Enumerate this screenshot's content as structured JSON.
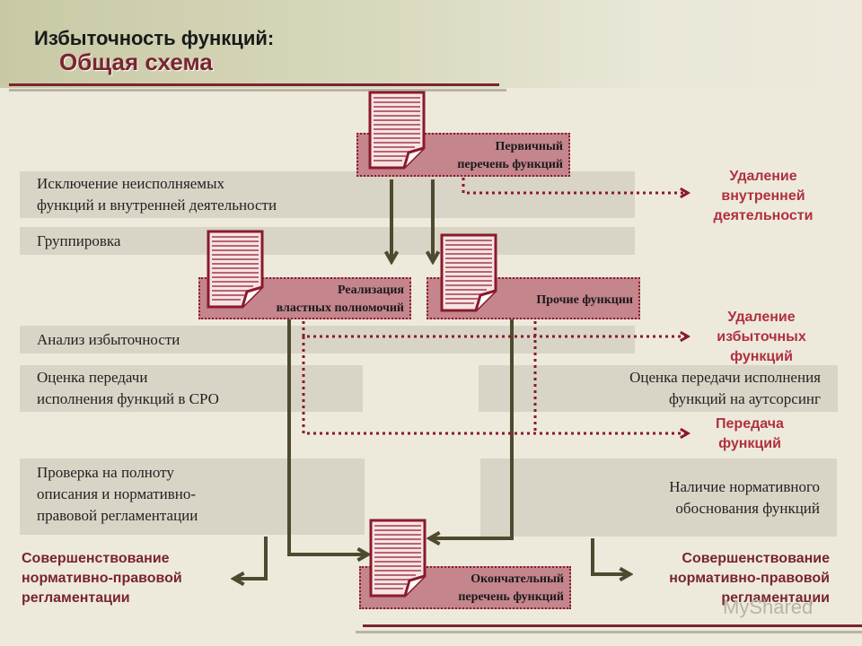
{
  "title": {
    "line1": "Избыточность функций:",
    "line2": "Общая схема"
  },
  "stages": {
    "exclusion": [
      "Исключение неисполняемых",
      "функций и внутренней деятельности"
    ],
    "grouping": "Группировка",
    "analysis": "Анализ избыточности",
    "sro": [
      "Оценка передачи",
      "исполнения функций в СРО"
    ],
    "outsourcing": [
      "Оценка передачи исполнения",
      "функций на аутсорсинг"
    ],
    "completeness": [
      "Проверка на полноту",
      "описания и нормативно-",
      "правовой регламентации"
    ],
    "justification": [
      "Наличие нормативного",
      "обоснования функций"
    ]
  },
  "documents": {
    "primary": [
      "Первичный",
      "перечень функций"
    ],
    "authority": [
      "Реализация",
      "властных полномочий"
    ],
    "other": "Прочие функции",
    "final": [
      "Окончательный",
      "перечень функций"
    ]
  },
  "outcomes": {
    "remove_internal": [
      "Удаление",
      "внутренней",
      "деятельности"
    ],
    "remove_redundant": [
      "Удаление",
      "избыточных",
      "функций"
    ],
    "transfer": [
      "Передача",
      "функций"
    ],
    "improve_left": [
      "Совершенствование",
      "нормативно-правовой",
      "регламентации"
    ],
    "improve_right": [
      "Совершенствование",
      "нормативно-правовой",
      "регламентации"
    ]
  },
  "watermark": "MyShared",
  "colors": {
    "accent": "#7a2430",
    "outcome": "#b03040",
    "arrow": "#4e4a30",
    "doc_fill": "#c4858d"
  }
}
